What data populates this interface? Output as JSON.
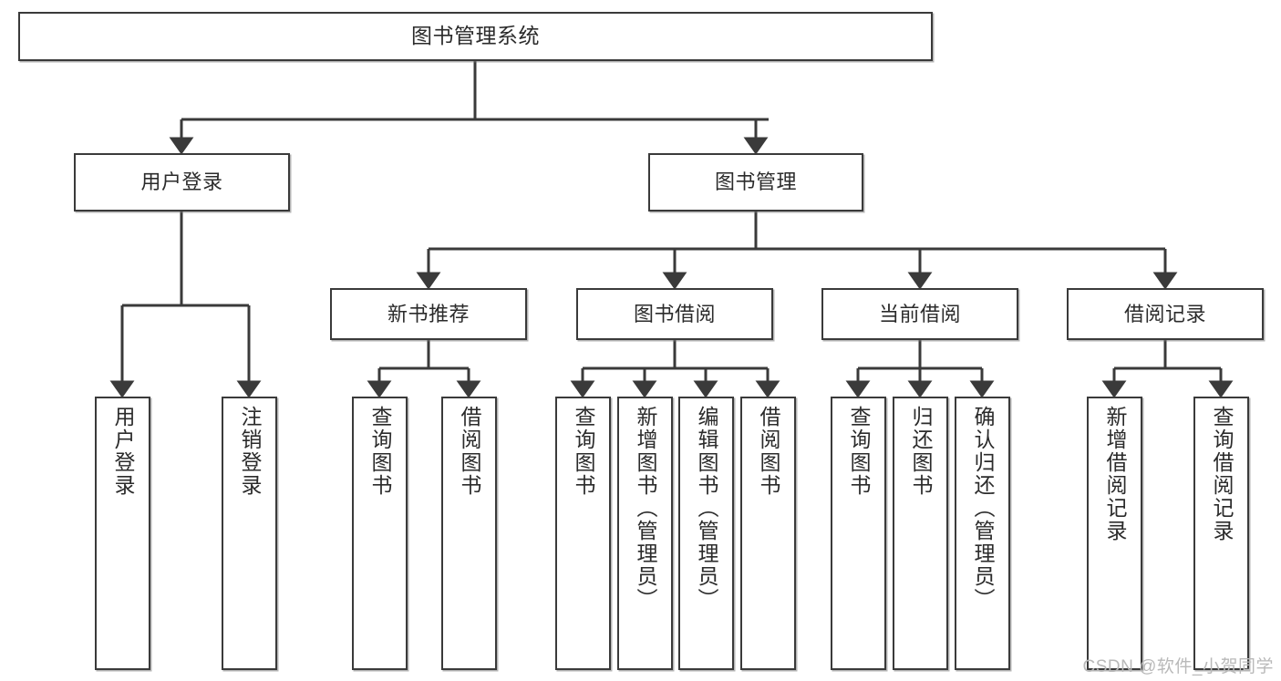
{
  "diagram": {
    "type": "tree-hierarchy-flowchart",
    "title": "图书管理系统",
    "watermark": "CSDN @软件_小贺同学",
    "colors": {
      "node_border": "#3a3a3a",
      "node_fill": "#ffffff",
      "edge": "#3a3a3a",
      "text": "#2b2b2b",
      "watermark": "#b9b9b9",
      "background": "#ffffff"
    },
    "levels": [
      {
        "level": 1,
        "nodes": [
          {
            "id": "root",
            "label": "图书管理系统",
            "orientation": "horizontal"
          }
        ]
      },
      {
        "level": 2,
        "nodes": [
          {
            "id": "login",
            "label": "用户登录",
            "orientation": "horizontal",
            "parent": "root"
          },
          {
            "id": "bookmgmt",
            "label": "图书管理",
            "orientation": "horizontal",
            "parent": "root"
          }
        ]
      },
      {
        "level": 3,
        "nodes": [
          {
            "id": "newbook",
            "label": "新书推荐",
            "orientation": "horizontal",
            "parent": "bookmgmt"
          },
          {
            "id": "borrow",
            "label": "图书借阅",
            "orientation": "horizontal",
            "parent": "bookmgmt"
          },
          {
            "id": "current",
            "label": "当前借阅",
            "orientation": "horizontal",
            "parent": "bookmgmt"
          },
          {
            "id": "records",
            "label": "借阅记录",
            "orientation": "horizontal",
            "parent": "bookmgmt"
          }
        ]
      },
      {
        "level": 4,
        "nodes": [
          {
            "id": "leaf1",
            "label": "用户登录",
            "orientation": "vertical",
            "parent": "login"
          },
          {
            "id": "leaf2",
            "label": "注销登录",
            "orientation": "vertical",
            "parent": "login"
          },
          {
            "id": "leaf3",
            "label": "查询图书",
            "orientation": "vertical",
            "parent": "newbook"
          },
          {
            "id": "leaf4",
            "label": "借阅图书",
            "orientation": "vertical",
            "parent": "newbook"
          },
          {
            "id": "leaf5",
            "label": "查询图书",
            "orientation": "vertical",
            "parent": "borrow"
          },
          {
            "id": "leaf6",
            "label": "新增图书（管理员）",
            "orientation": "vertical",
            "parent": "borrow"
          },
          {
            "id": "leaf7",
            "label": "编辑图书（管理员）",
            "orientation": "vertical",
            "parent": "borrow"
          },
          {
            "id": "leaf8",
            "label": "借阅图书",
            "orientation": "vertical",
            "parent": "borrow"
          },
          {
            "id": "leaf9",
            "label": "查询图书",
            "orientation": "vertical",
            "parent": "current"
          },
          {
            "id": "leaf10",
            "label": "归还图书",
            "orientation": "vertical",
            "parent": "current"
          },
          {
            "id": "leaf11",
            "label": "确认归还（管理员）",
            "orientation": "vertical",
            "parent": "current"
          },
          {
            "id": "leaf12",
            "label": "新增借阅记录",
            "orientation": "vertical",
            "parent": "records"
          },
          {
            "id": "leaf13",
            "label": "查询借阅记录",
            "orientation": "vertical",
            "parent": "records"
          }
        ]
      }
    ]
  }
}
